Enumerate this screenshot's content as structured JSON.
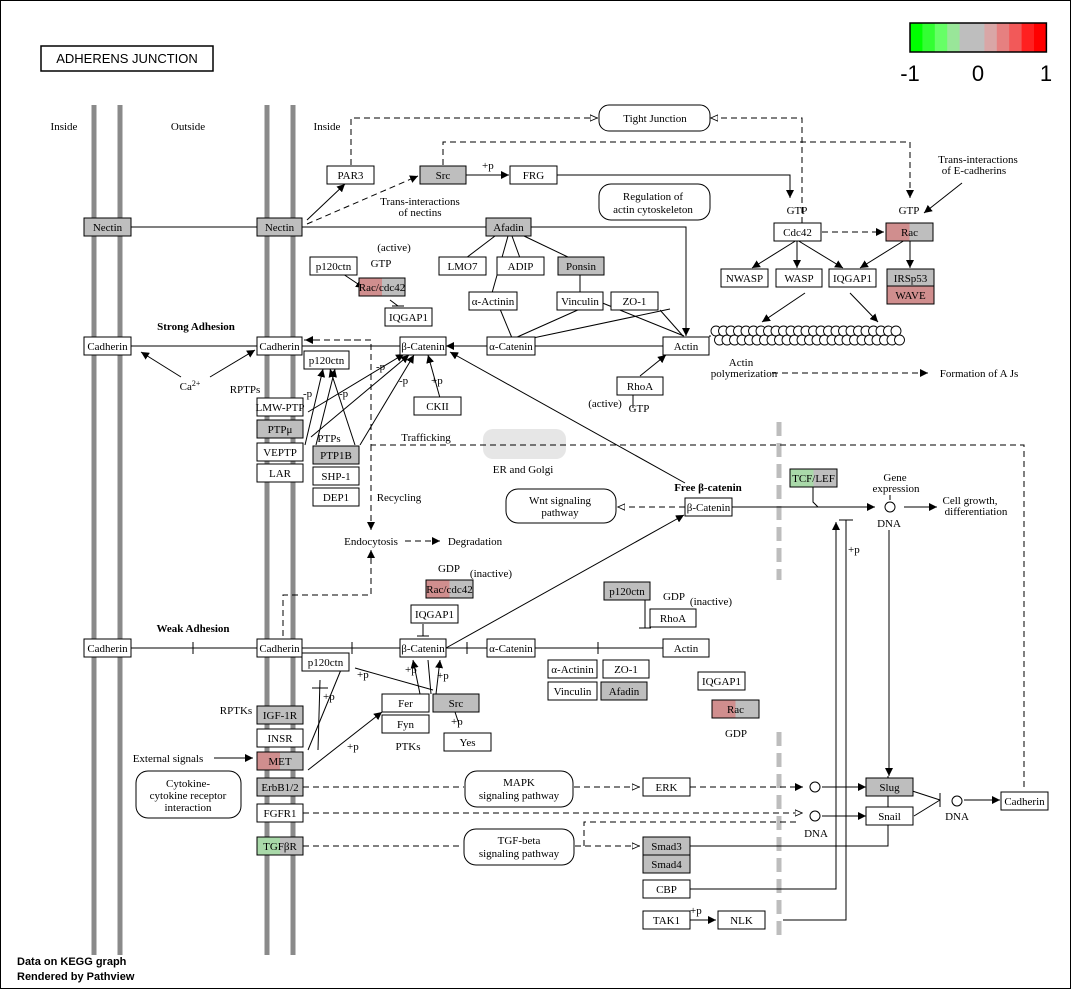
{
  "title": "ADHERENS JUNCTION",
  "footer": {
    "line1": "Data on KEGG graph",
    "line2": "Rendered by Pathview"
  },
  "legend": {
    "ticks": [
      "-1",
      "0",
      "1"
    ],
    "colors": [
      "#00ff00",
      "#33ff33",
      "#66ff66",
      "#99e699",
      "#bebebe",
      "#bebebe",
      "#d9a6a6",
      "#e68080",
      "#f25959",
      "#ff2020",
      "#ff0000"
    ]
  },
  "colors": {
    "gray": "#bebebe",
    "white": "#ffffff",
    "red_light": "#d08e8e",
    "green_light": "#a9d9a9"
  },
  "region_labels": {
    "inside_left": "Inside",
    "outside": "Outside",
    "inside_right": "Inside"
  },
  "nodes": {
    "nectin_l": "Nectin",
    "nectin_r": "Nectin",
    "par3": "PAR3",
    "src_top": "Src",
    "frg": "FRG",
    "afadin_top": "Afadin",
    "p120_top": "p120ctn",
    "rac_cdc42_top": "Rac/cdc42",
    "iqgap1_top": "IQGAP1",
    "lmo7": "LMO7",
    "adip": "ADIP",
    "ponsin": "Ponsin",
    "a_actinin_top": "α-Actinin",
    "vinculin_top": "Vinculin",
    "zo1_top": "ZO-1",
    "cdc42": "Cdc42",
    "rac_tr": "Rac",
    "nwasp": "NWASP",
    "wasp": "WASP",
    "iqgap1_tr": "IQGAP1",
    "irsp53": "IRSp53",
    "wave": "WAVE",
    "cadherin_l1": "Cadherin",
    "cadherin_r1": "Cadherin",
    "p120_mid": "p120ctn",
    "b_catenin_top": "β-Catenin",
    "a_catenin_top": "α-Catenin",
    "actin_top": "Actin",
    "rhoa_top": "RhoA",
    "ckii": "CKII",
    "lmw_ptp": "LMW-PTP",
    "ptpmu": "PTPμ",
    "veptp": "VEPTP",
    "lar": "LAR",
    "ptp1b": "PTP1B",
    "shp1": "SHP-1",
    "dep1": "DEP1",
    "tcf_lef": "TCF/LEF",
    "free_b_catenin": "β-Catenin",
    "rac_cdc42_mid": "Rac/cdc42",
    "p120_right": "p120ctn",
    "iqgap1_mid": "IQGAP1",
    "rhoa_mid": "RhoA",
    "cadherin_l2": "Cadherin",
    "cadherin_r2": "Cadherin",
    "p120_low": "p120ctn",
    "b_catenin_low": "β-Catenin",
    "a_catenin_low": "α-Catenin",
    "actin_low": "Actin",
    "a_actinin_low": "α-Actinin",
    "zo1_low": "ZO-1",
    "vinculin_low": "Vinculin",
    "afadin_low": "Afadin",
    "iqgap1_low": "IQGAP1",
    "rac_low": "Rac",
    "igf1r": "IGF-1R",
    "insr": "INSR",
    "met": "MET",
    "erbb12": "ErbB1/2",
    "fgfr1": "FGFR1",
    "tgfbr": "TGFβR",
    "fer": "Fer",
    "src_low": "Src",
    "fyn": "Fyn",
    "yes": "Yes",
    "erk": "ERK",
    "slug": "Slug",
    "snail": "Snail",
    "cadherin_far": "Cadherin",
    "smad3": "Smad3",
    "smad4": "Smad4",
    "cbp": "CBP",
    "tak1": "TAK1",
    "nlk": "NLK"
  },
  "pathways": {
    "tight_junction": "Tight Junction",
    "reg_actin1": "Regulation of",
    "reg_actin2": "actin cytoskeleton",
    "wnt1": "Wnt signaling",
    "wnt2": "pathway",
    "cyto1": "Cytokine-",
    "cyto2": "cytokine receptor",
    "cyto3": "interaction",
    "mapk1": "MAPK",
    "mapk2": "signaling pathway",
    "tgf1": "TGF-beta",
    "tgf2": "signaling pathway"
  },
  "labels": {
    "trans_nectins1": "Trans-interactions",
    "trans_nectins2": "of nectins",
    "trans_ecad1": "Trans-interactions",
    "trans_ecad2": "of E-cadherins",
    "gtp_cdc42": "GTP",
    "gtp_rac": "GTP",
    "active_top": "(active)",
    "gtp_top": "GTP",
    "strong_adhesion": "Strong Adhesion",
    "weak_adhesion": "Weak Adhesion",
    "ca2": "Ca",
    "ca2_sup": "2+",
    "rptps": "RPTPs",
    "ptps": "PTPs",
    "actin_poly1": "Actin",
    "actin_poly2": "polymerization",
    "formation_aj": "Formation of A Js",
    "active_rhoa": "(active)",
    "gtp_rhoa": "GTP",
    "trafficking": "Trafficking",
    "er_golgi": "ER and Golgi",
    "recycling": "Recycling",
    "free_bcat": "Free β-catenin",
    "gene_expr1": "Gene",
    "gene_expr2": "expression",
    "dna1": "DNA",
    "cell_growth1": "Cell growth,",
    "cell_growth2": "differentiation",
    "endocytosis": "Endocytosis",
    "degradation": "Degradation",
    "gdp_mid": "GDP",
    "inactive_mid": "(inactive)",
    "gdp_rhoa": "GDP",
    "inactive_rhoa": "(inactive)",
    "gdp_rac_low": "GDP",
    "rptks": "RPTKs",
    "external_signals": "External signals",
    "ptks": "PTKs",
    "dna2": "DNA",
    "dna3": "DNA",
    "p1": "+p",
    "p2": "-p",
    "p3": "-p",
    "p4": "-p",
    "p5": "-p",
    "p6": "+p",
    "p7": "+p",
    "p8": "+p",
    "p9": "+p",
    "p10": "+p",
    "p11": "+p",
    "p12": "+p",
    "p13": "+p",
    "p14": "+p",
    "p15": "+p"
  }
}
